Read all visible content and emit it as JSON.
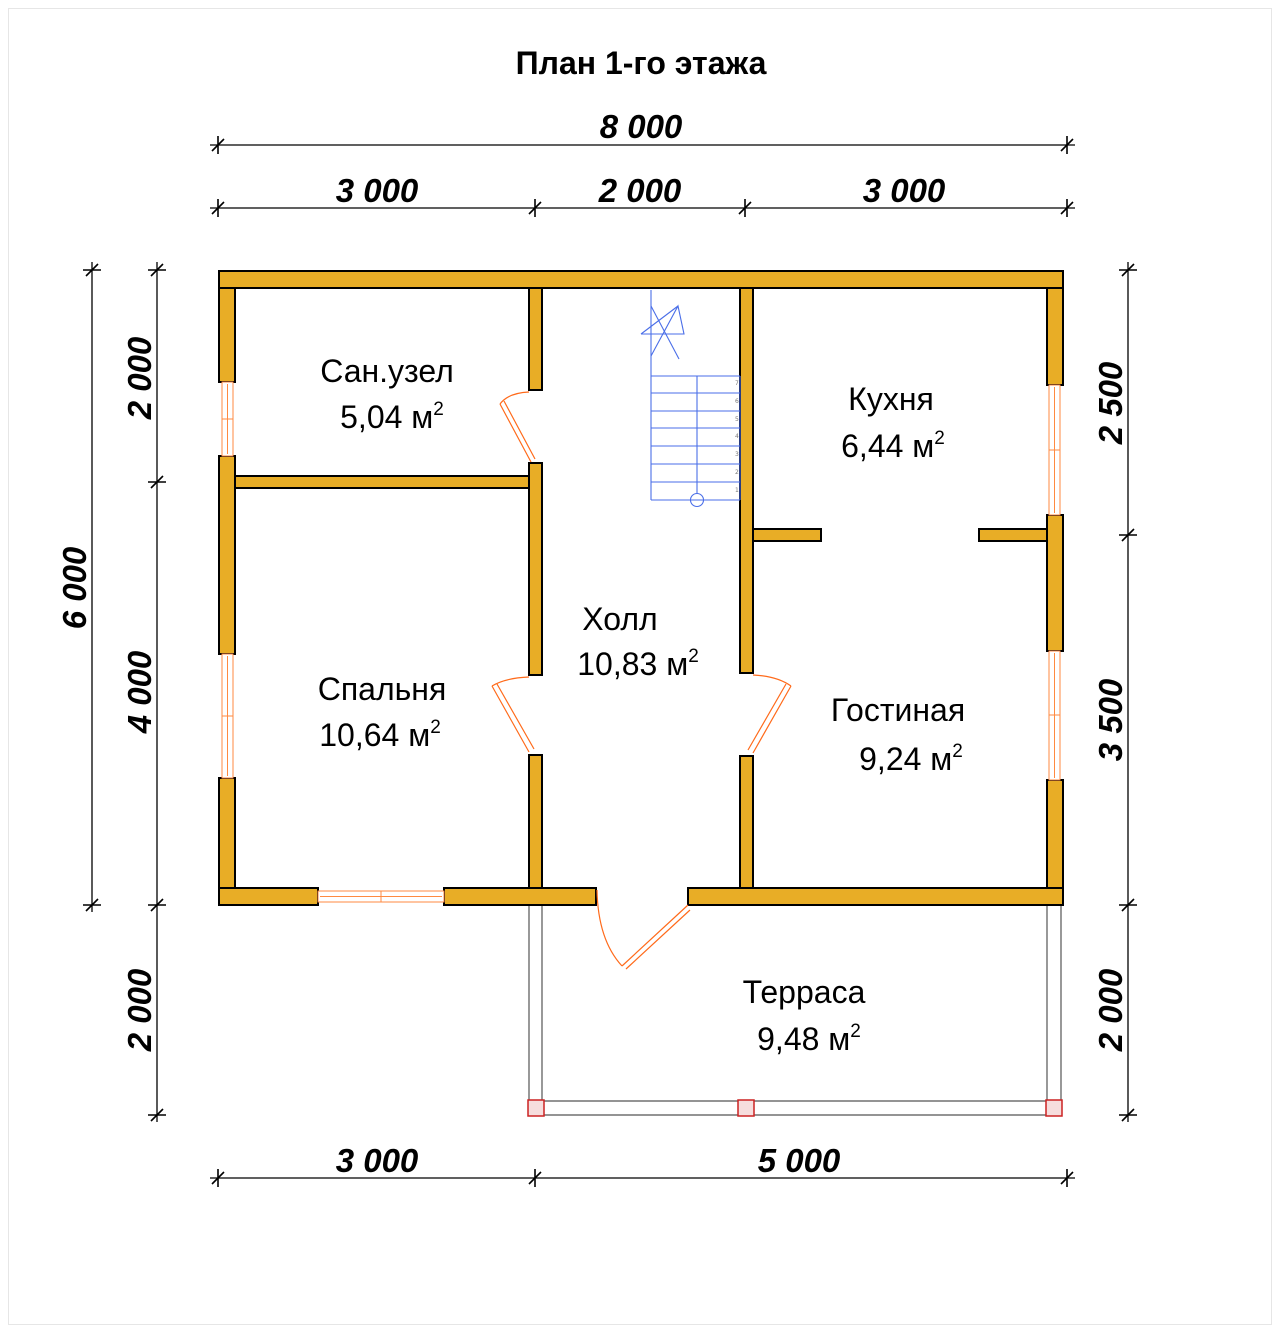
{
  "title": "План 1-го этажа",
  "dimensions": {
    "top_total": "8 000",
    "top_left": "3 000",
    "top_mid": "2 000",
    "top_right": "3 000",
    "bottom_left": "3 000",
    "bottom_right": "5 000",
    "left_total": "6 000",
    "left_upper": "2 000",
    "left_lower": "4 000",
    "left_terrace": "2 000",
    "right_upper": "2 500",
    "right_lower": "3 500",
    "right_terrace": "2 000"
  },
  "rooms": [
    {
      "name": "Сан.узел",
      "area": "5,04 м",
      "sup": "2"
    },
    {
      "name": "Спальня",
      "area": "10,64 м",
      "sup": "2"
    },
    {
      "name": "Холл",
      "area": "10,83 м",
      "sup": "2"
    },
    {
      "name": "Кухня",
      "area": "6,44 м",
      "sup": "2"
    },
    {
      "name": "Гостиная",
      "area": "9,24 м",
      "sup": "2"
    },
    {
      "name": "Терраса",
      "area": "9,48 м",
      "sup": "2"
    }
  ],
  "stair_steps": [
    "7",
    "6",
    "5",
    "4",
    "3",
    "2",
    "1"
  ],
  "colors": {
    "wall": "#E8AD26",
    "door": "#FF6A1A",
    "stair": "#4A6EE8",
    "post": "#C22222"
  }
}
